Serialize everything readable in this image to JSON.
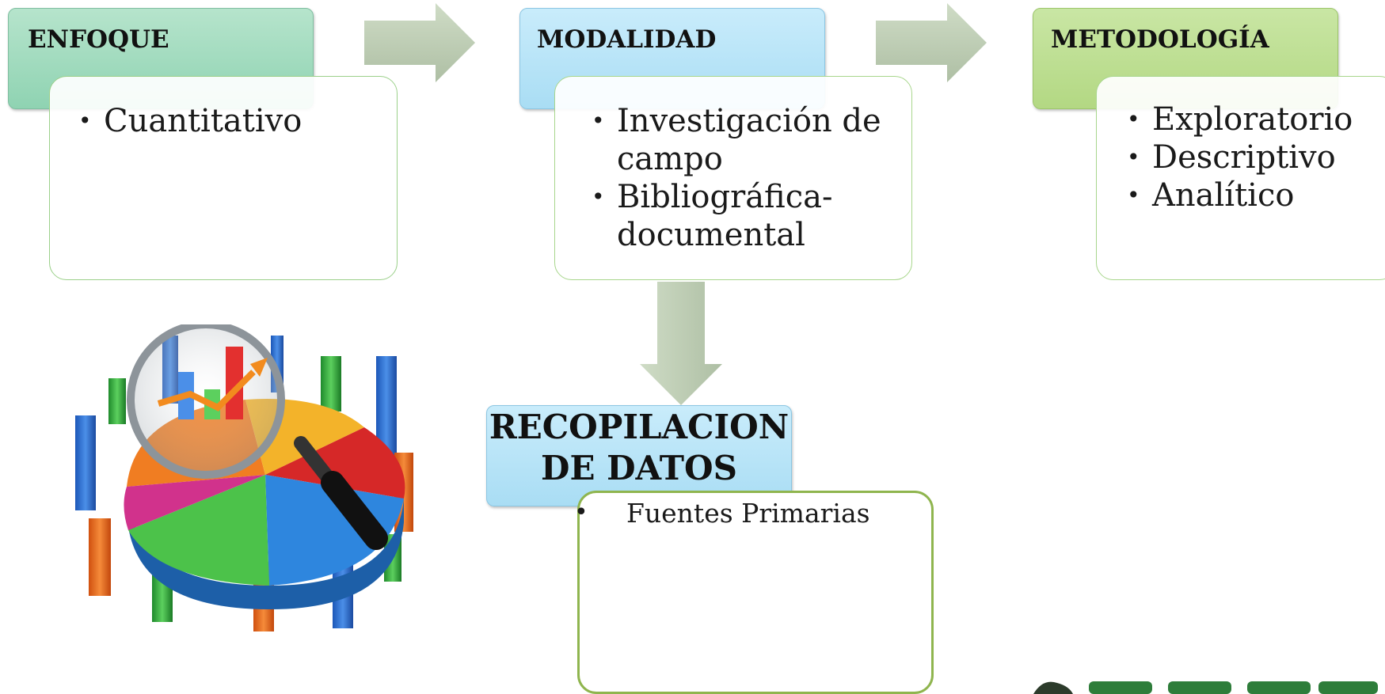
{
  "diagram": {
    "enfoque": {
      "title": "ENFOQUE",
      "items": [
        "Cuantitativo"
      ]
    },
    "modalidad": {
      "title": "MODALIDAD",
      "items": [
        "Investigación de",
        "campo",
        "Bibliográfica-",
        "documental"
      ]
    },
    "metodologia": {
      "title": "METODOLOGÍA",
      "items": [
        "Exploratorio",
        "Descriptivo",
        "Analítico"
      ]
    },
    "recopilacion": {
      "title_line1": "RECOPILACION",
      "title_line2": "DE DATOS",
      "bullet": "•",
      "item": "Fuentes Primarias"
    }
  },
  "bullet_glyph": "•",
  "colors": {
    "enfoque_header": "#a3dcc0",
    "modalidad_header": "#b8e4f8",
    "metodologia_header": "#bedf93",
    "recopilacion_header": "#b8e4f8",
    "arrow": "#bccdb3",
    "logo_green": "#2e7d3a"
  },
  "icons": [
    "chart-magnifier-illustration",
    "right-arrow-icon",
    "down-arrow-icon",
    "logo-fragment"
  ]
}
